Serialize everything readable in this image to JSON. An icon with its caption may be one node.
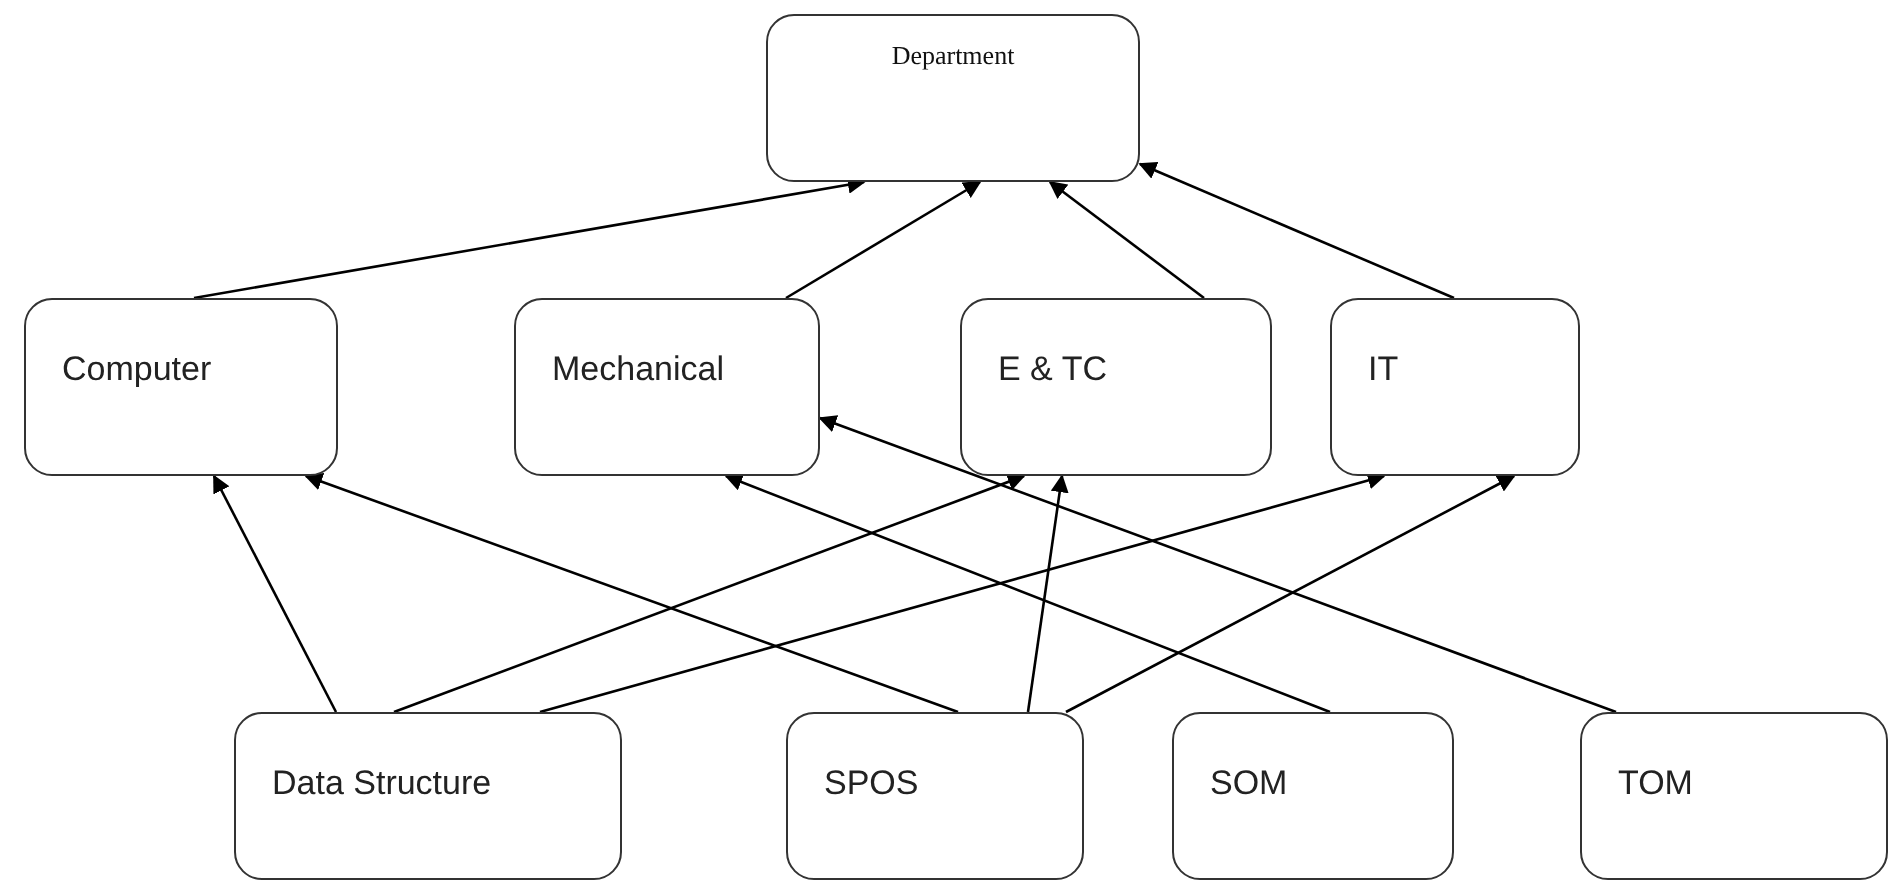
{
  "diagram": {
    "nodes": [
      {
        "text": [
          "Department"
        ]
      },
      {
        "text": [
          "Computer"
        ]
      },
      {
        "text": [
          "Mechanical"
        ]
      },
      {
        "text": [
          "E & TC"
        ]
      },
      {
        "text": [
          "IT"
        ]
      },
      {
        "text": [
          "Data Structure"
        ]
      },
      {
        "text": [
          "SPOS"
        ]
      },
      {
        "text": [
          "SOM"
        ]
      },
      {
        "text": [
          "TOM"
        ]
      }
    ],
    "edges": [
      {
        "from": 1,
        "to": 0,
        "arrow": "to"
      },
      {
        "from": 2,
        "to": 0,
        "arrow": "to"
      },
      {
        "from": 3,
        "to": 0,
        "arrow": "to"
      },
      {
        "from": 4,
        "to": 0,
        "arrow": "to"
      },
      {
        "from": 5,
        "to": 1,
        "arrow": "to"
      },
      {
        "from": 5,
        "to": 3,
        "arrow": "to"
      },
      {
        "from": 5,
        "to": 4,
        "arrow": "to"
      },
      {
        "from": 6,
        "to": 1,
        "arrow": "to"
      },
      {
        "from": 6,
        "to": 3,
        "arrow": "to"
      },
      {
        "from": 6,
        "to": 4,
        "arrow": "to"
      },
      {
        "from": 7,
        "to": 2,
        "arrow": "to"
      },
      {
        "from": 8,
        "to": 2,
        "arrow": "to"
      }
    ]
  }
}
